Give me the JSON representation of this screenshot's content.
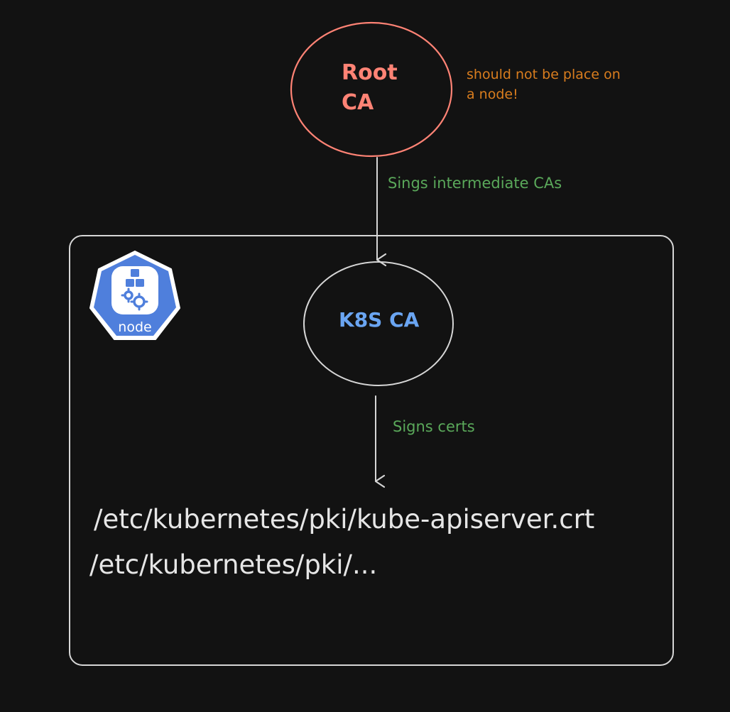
{
  "colors": {
    "background": "#121212",
    "root_ca": "#ff8375",
    "k8s_ca": "#6aa5f2",
    "note": "#d97d1e",
    "edge_label": "#5aa85a",
    "stroke": "#d6d6d6",
    "path_text": "#e6e6e6",
    "k8s_blue": "#4f7fdc"
  },
  "root_ca": {
    "line1": "Root",
    "line2": "CA"
  },
  "root_note": {
    "line1": "should not be place on",
    "line2": "a node!"
  },
  "edge_root_to_k8s": {
    "label": "Sings intermediate CAs"
  },
  "node_box": {
    "icon": "kubernetes-node-icon",
    "icon_label": "node"
  },
  "k8s_ca": {
    "label": "K8S CA"
  },
  "edge_k8s_to_certs": {
    "label": "Signs certs"
  },
  "cert_paths": [
    "/etc/kubernetes/pki/kube-apiserver.crt",
    "/etc/kubernetes/pki/..."
  ]
}
